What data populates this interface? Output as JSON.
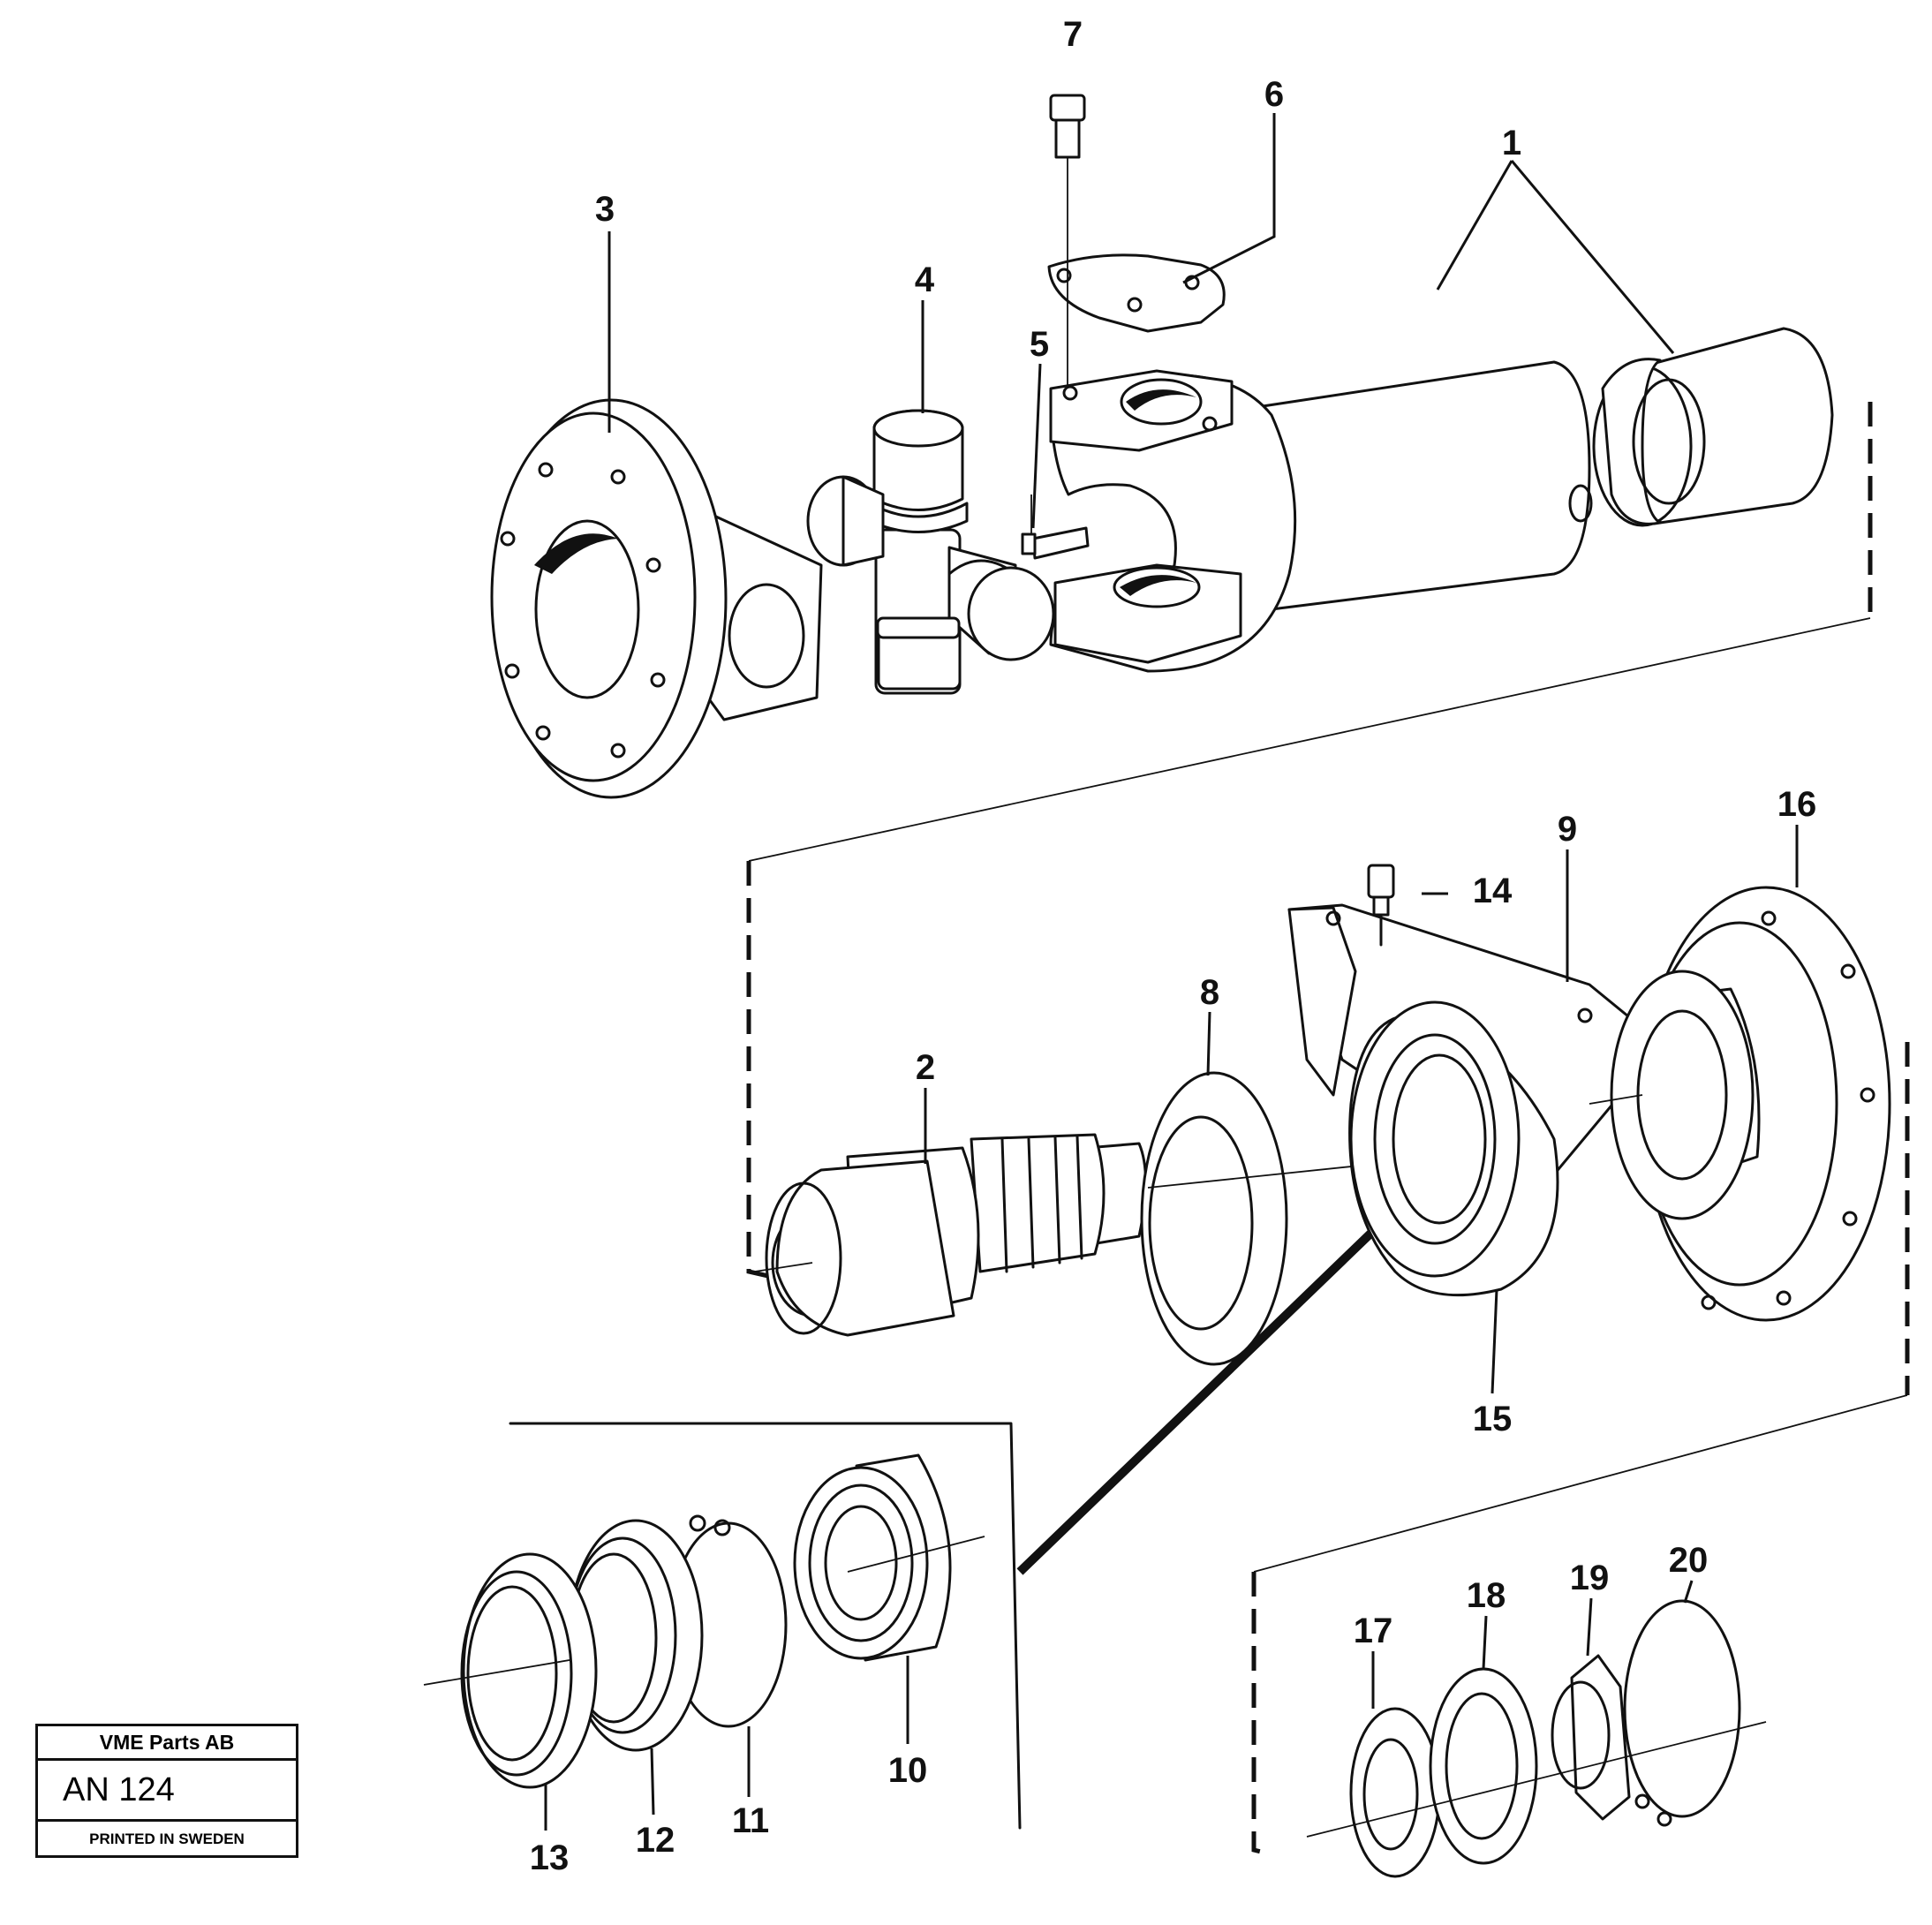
{
  "labels": {
    "p1": "1",
    "p2": "2",
    "p3": "3",
    "p4": "4",
    "p5": "5",
    "p6": "6",
    "p7": "7",
    "p8": "8",
    "p9": "9",
    "p10": "10",
    "p11": "11",
    "p12": "12",
    "p13": "13",
    "p14": "14",
    "p15": "15",
    "p16": "16",
    "p17": "17",
    "p18": "18",
    "p19": "19",
    "p20": "20"
  },
  "stamp": {
    "company": "VME Parts AB",
    "code": "AN 124",
    "printed": "PRINTED IN SWEDEN"
  }
}
